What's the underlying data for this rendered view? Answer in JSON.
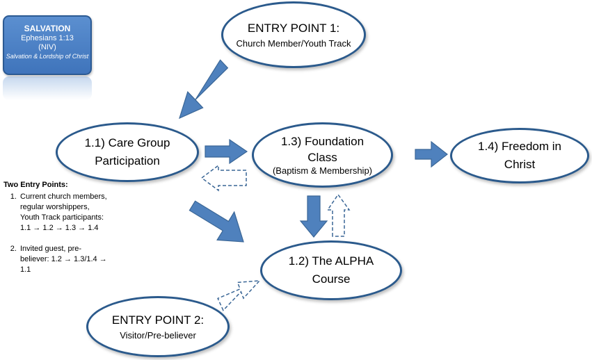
{
  "badge": {
    "title": "SALVATION",
    "line1": "Ephesians 1:13",
    "line2": "(NIV)",
    "sub": "Salvation & Lordship of Christ"
  },
  "nodes": {
    "entry1": {
      "title": "ENTRY POINT 1:",
      "sub": "Church Member/Youth Track"
    },
    "care_group": {
      "line1": "1.1) Care Group",
      "line2": "Participation"
    },
    "foundation": {
      "line1": "1.3) Foundation",
      "line2": "Class",
      "sub": "(Baptism & Membership)"
    },
    "freedom": {
      "line1": "1.4) Freedom in",
      "line2": "Christ"
    },
    "alpha": {
      "line1": "1.2) The ALPHA",
      "line2": "Course"
    },
    "entry2": {
      "title": "ENTRY POINT 2:",
      "sub": "Visitor/Pre-believer"
    }
  },
  "notes": {
    "heading": "Two Entry Points:",
    "items": [
      "Current church members, regular worshippers, Youth Track participants: 1.1 → 1.2 → 1.3 → 1.4",
      "Invited guest, pre-believer: 1.2 → 1.3/1.4 → 1.1"
    ]
  },
  "colors": {
    "arrow_fill": "#4f81bd",
    "arrow_stroke": "#3a6696",
    "node_border": "#2b5a8c",
    "badge_fill": "#4f81bd"
  }
}
